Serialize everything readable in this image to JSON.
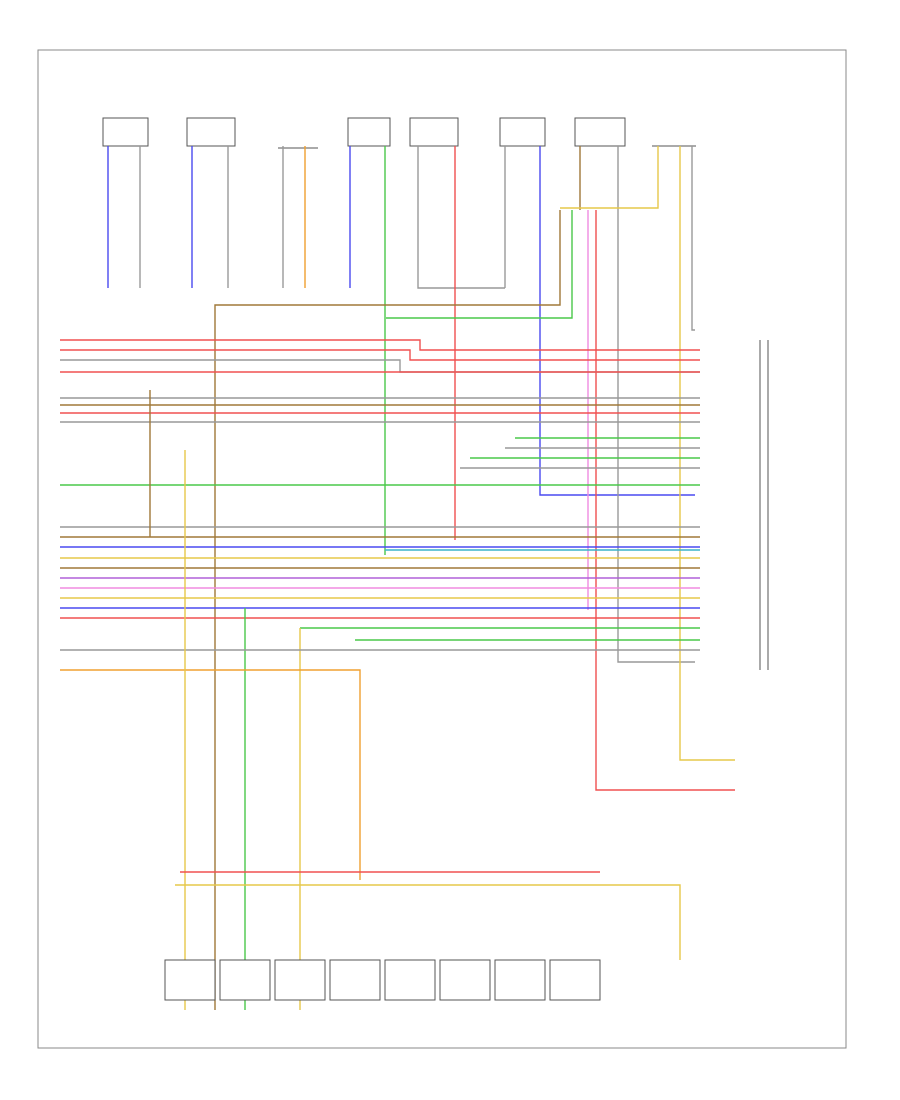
{
  "title": "",
  "footer": {
    "left": "",
    "center": ""
  },
  "colors": {
    "blue": "#4a4af0",
    "red": "#f05050",
    "green": "#4ac84a",
    "orange": "#f0a030",
    "yellow": "#e6c84a",
    "violet": "#b060d8",
    "pink": "#f08ce0",
    "brown": "#a07838",
    "cyan": "#3cb4c8",
    "gray": "#9a9a9a",
    "magenta": "#d04ab0"
  },
  "top_components": [
    {
      "id": "c1",
      "title": "",
      "code": ""
    },
    {
      "id": "c2",
      "title": "",
      "code": ""
    },
    {
      "id": "c3",
      "title": "",
      "code": ""
    },
    {
      "id": "c4",
      "title": "",
      "code": ""
    },
    {
      "id": "c5",
      "title": "",
      "code": ""
    },
    {
      "id": "c6",
      "title": "",
      "code": ""
    },
    {
      "id": "c7",
      "title": "",
      "code": ""
    },
    {
      "id": "c8",
      "title": "",
      "code": ""
    }
  ],
  "right_connector_label": "",
  "right_bottom_label": "",
  "injectors_label": "",
  "ground_labels": [
    "",
    ""
  ]
}
